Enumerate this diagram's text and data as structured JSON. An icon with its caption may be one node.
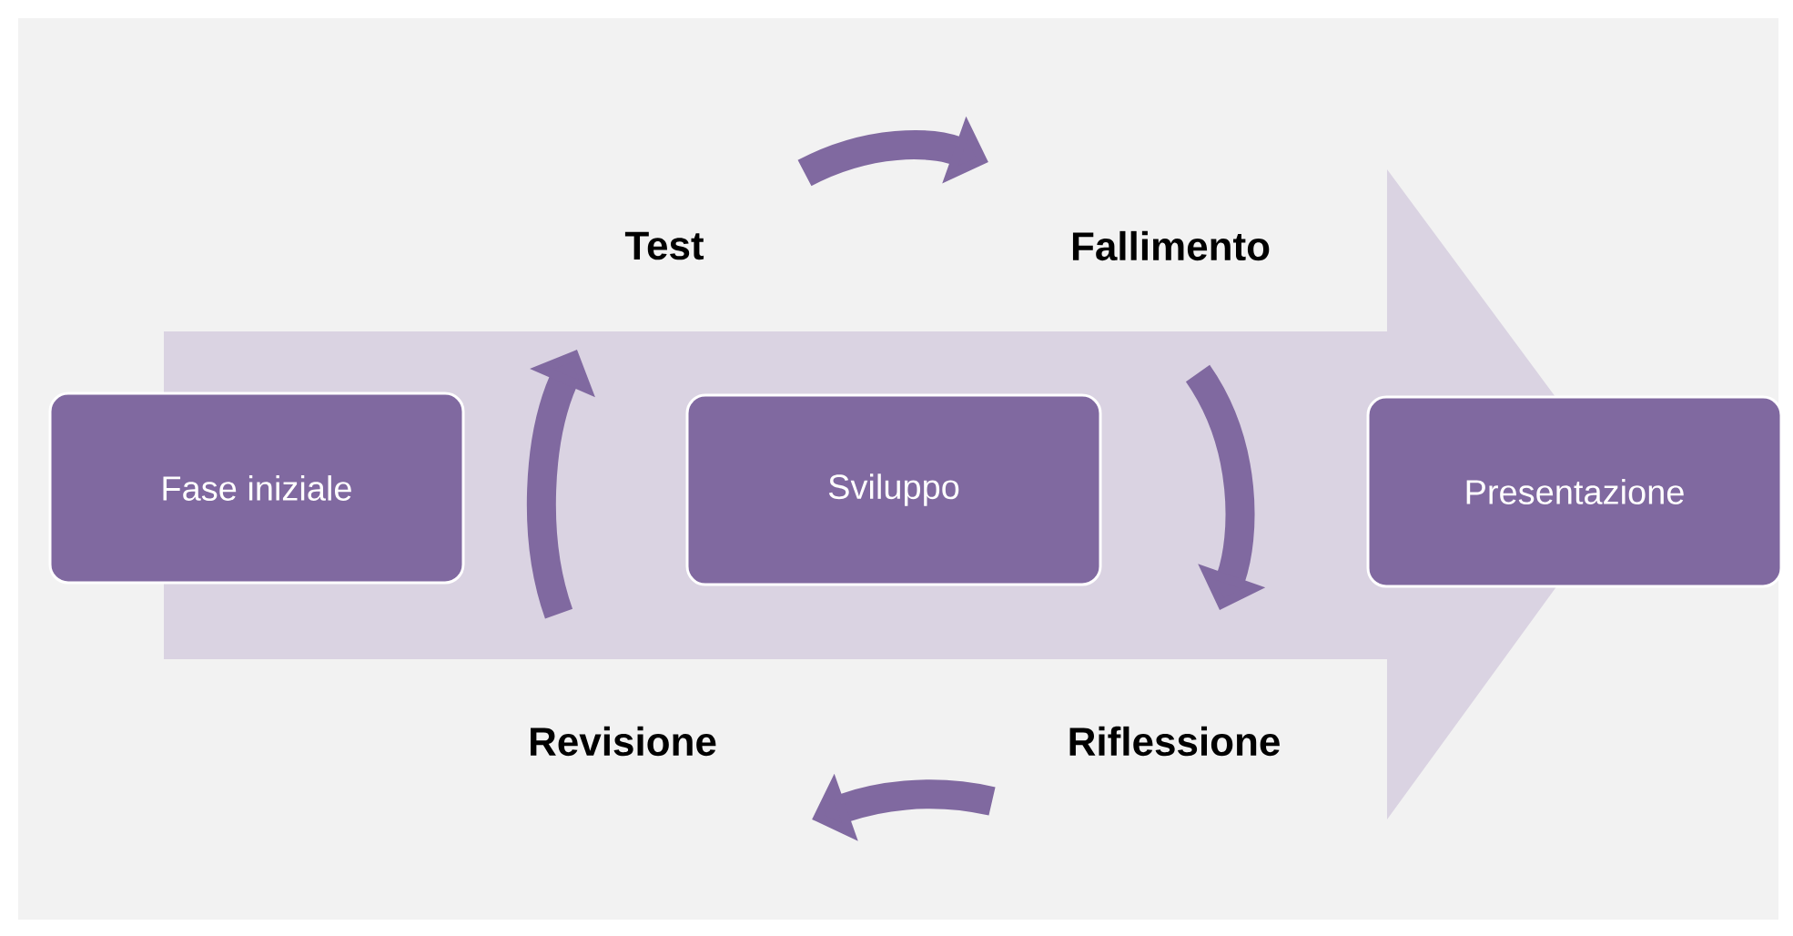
{
  "diagram": {
    "nodes": [
      {
        "text": [
          "Test"
        ]
      },
      {
        "text": [
          "Fallimento"
        ]
      },
      {
        "text": [
          "Fase iniziale"
        ]
      },
      {
        "text": [
          "Sviluppo"
        ]
      },
      {
        "text": [
          "Presentazione"
        ]
      },
      {
        "text": [
          "Revisione"
        ]
      },
      {
        "text": [
          "Riflessione"
        ]
      }
    ],
    "edges": [
      {
        "from": 0,
        "to": 1,
        "arrow": "to"
      },
      {
        "from": 1,
        "to": 6,
        "arrow": "to"
      },
      {
        "from": 6,
        "to": 5,
        "arrow": "to"
      },
      {
        "from": 5,
        "to": 0,
        "arrow": "to"
      }
    ]
  }
}
